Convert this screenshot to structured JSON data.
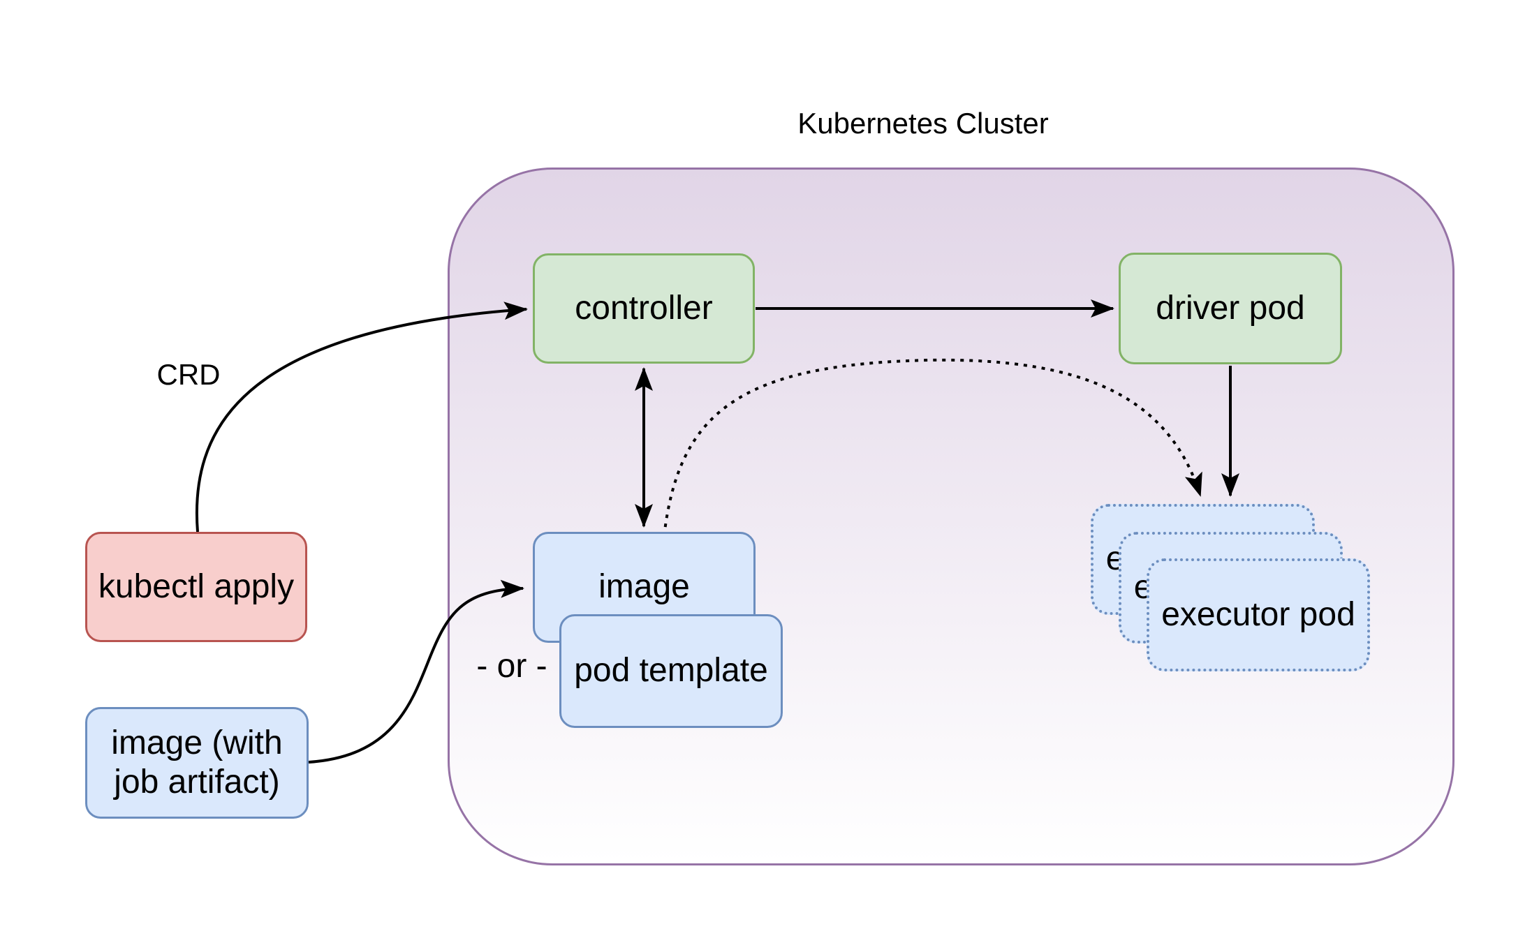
{
  "title": "Kubernetes Cluster",
  "labels": {
    "crd": "CRD",
    "or_divider": "- or -"
  },
  "nodes": {
    "controller": "controller",
    "driver_pod": "driver pod",
    "kubectl_apply": "kubectl apply",
    "image_with_artifact": "image (with job artifact)",
    "image": "image",
    "pod_template": "pod template",
    "executor_pod": "executor pod"
  },
  "colors": {
    "page_bg": "#ffffff",
    "text_color": "#000000",
    "edge_color": "#000000",
    "green_fill": "#d5e8d4",
    "green_border": "#82b366",
    "blue_fill": "#dae8fc",
    "blue_border": "#6c8ebf",
    "red_fill": "#f8cecc",
    "red_border": "#b85450",
    "purple_border": "#9673a6",
    "purple_gradient_top": "#e1d5e7",
    "purple_gradient_bottom": "#ffffff"
  }
}
